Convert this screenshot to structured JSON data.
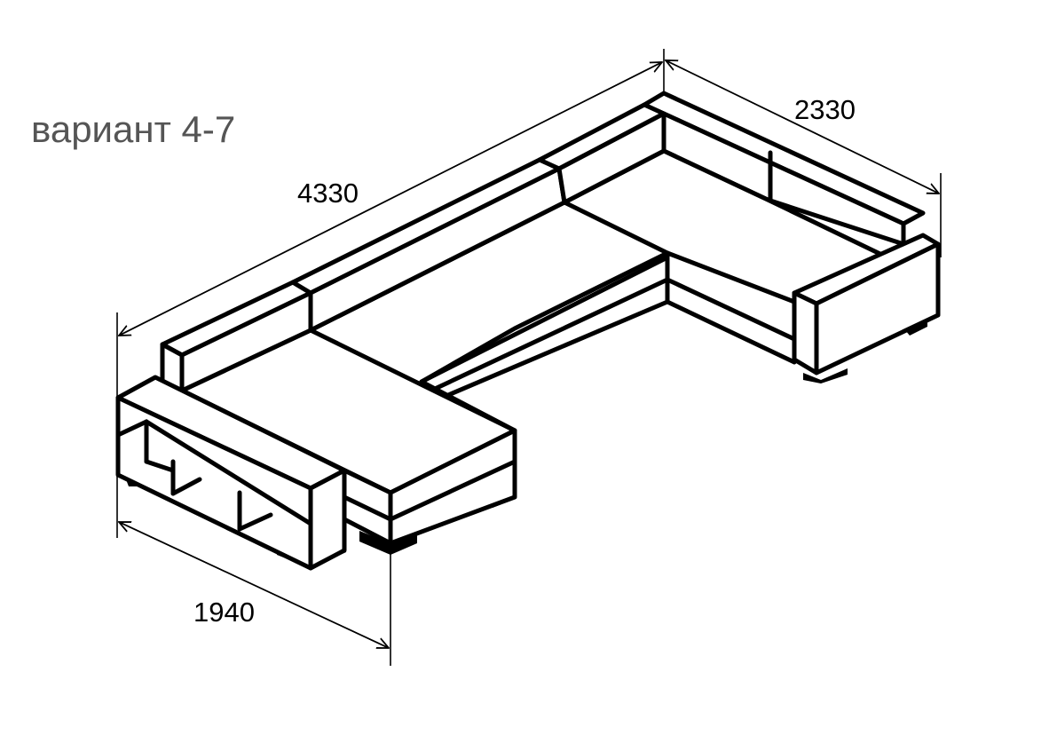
{
  "title": "вариант 4-7",
  "dimensions": {
    "length": "4330",
    "depth": "2330",
    "chaise": "1940"
  }
}
